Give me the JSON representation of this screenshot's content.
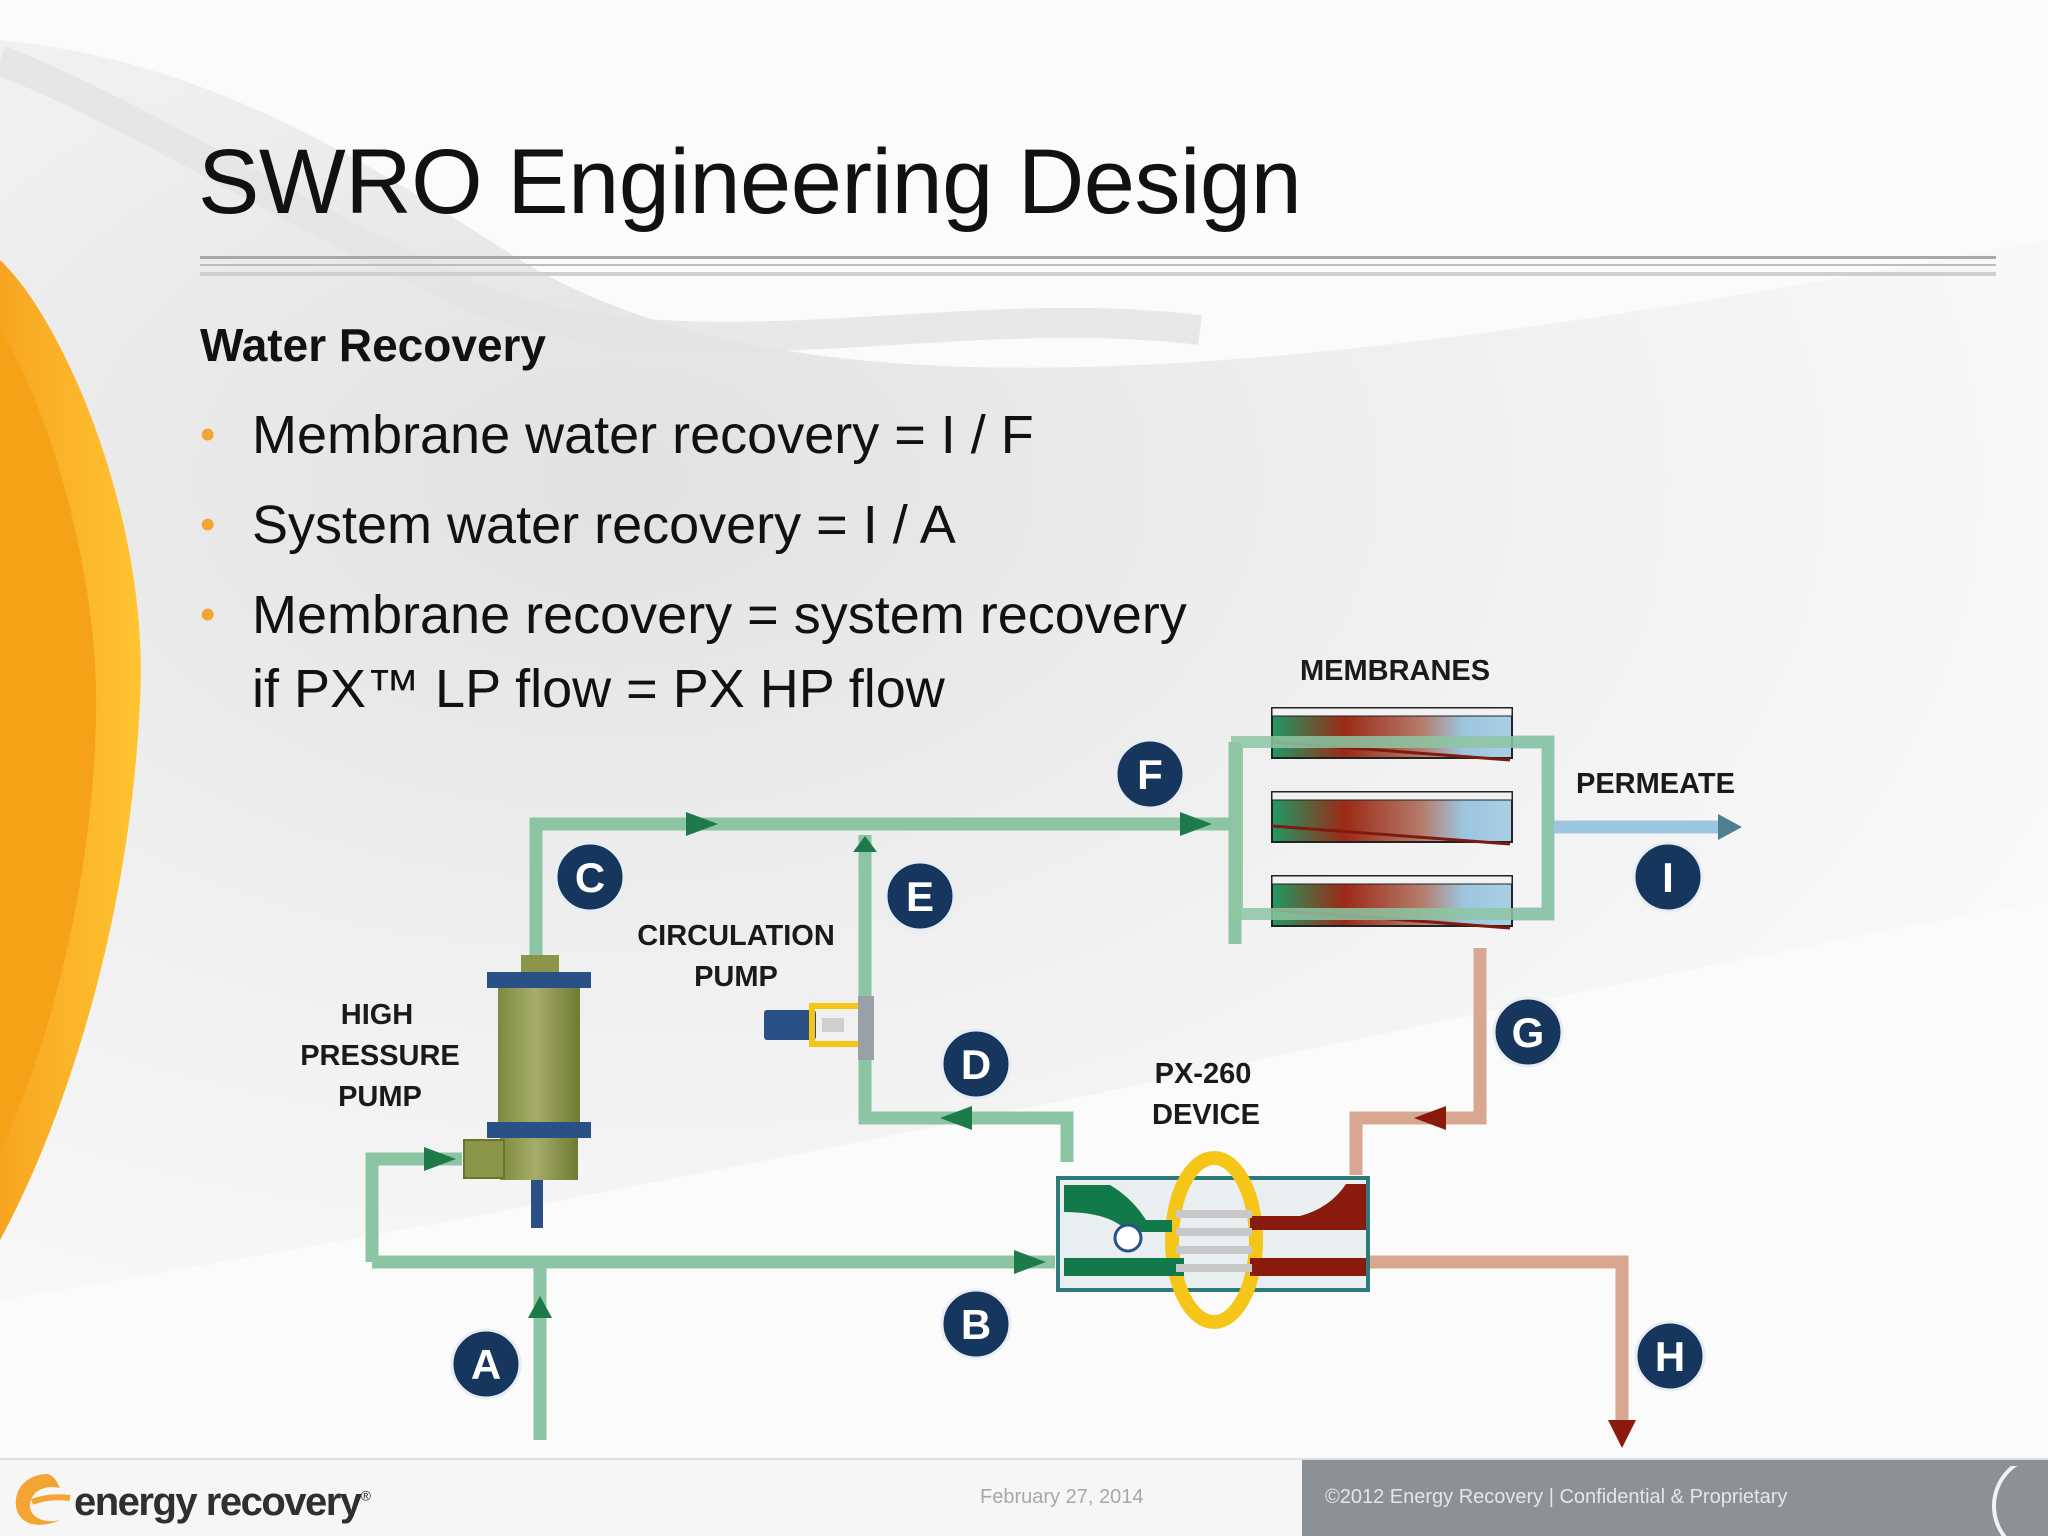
{
  "slide": {
    "title": "SWRO Engineering Design",
    "subtitle": "Water Recovery",
    "bullets": [
      {
        "line1": "Membrane water recovery = I / F"
      },
      {
        "line1": "System water recovery = I / A"
      },
      {
        "line1": "Membrane recovery = system recovery",
        "line2": "if PX™ LP flow = PX HP flow"
      }
    ]
  },
  "diagram": {
    "labels": {
      "membranes": "MEMBRANES",
      "permeate": "PERMEATE",
      "circulation_pump_1": "CIRCULATION",
      "circulation_pump_2": "PUMP",
      "hp_pump_1": "HIGH",
      "hp_pump_2": "PRESSURE",
      "hp_pump_3": "PUMP",
      "px_device_1": "PX-260",
      "px_device_2": "DEVICE"
    },
    "points": [
      "A",
      "B",
      "C",
      "D",
      "E",
      "F",
      "G",
      "H",
      "I"
    ]
  },
  "footer": {
    "date": "February 27, 2014",
    "copyright": "©2012 Energy Recovery | Confidential & Proprietary",
    "logo_text": "energy recovery",
    "logo_mark": "®"
  },
  "colors": {
    "accent_orange": "#f3a433",
    "low_pressure_green": "#8cc5a3",
    "flow_arrow_green": "#1f7a4a",
    "brine_red": "#8b1a0e",
    "brine_pipe": "#d7a792",
    "permeate_blue": "#9cc6df",
    "badge_navy": "#17365d"
  }
}
